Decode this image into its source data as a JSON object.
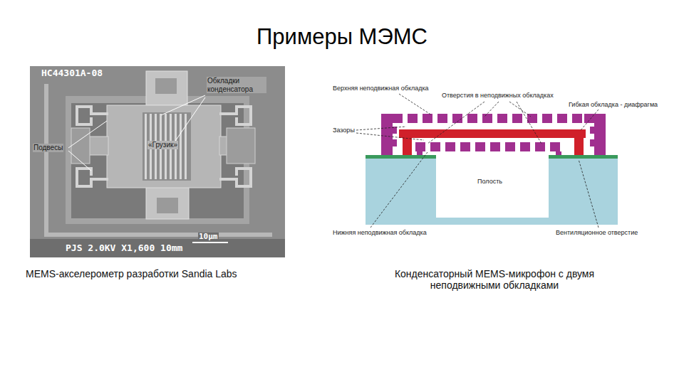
{
  "diagram": {
    "title": "Примеры МЭМС",
    "labels": [
      "HC44301A-08",
      "Обкладки конденсатора",
      "Подвесы",
      "«Грузик»",
      "10μm",
      "PJS 2.0KV X1,600 10mm",
      "MEMS-акселерометр разработки Sandia Labs",
      "Верхняя неподвижная обкладка",
      "Отверстия в неподвижных обкладках",
      "Гибкая обкладка - диафрагма",
      "Зазоры",
      "Полость",
      "Нижняя неподвижная обкладка",
      "Вентиляционное отверстие",
      "Конденсаторный MEMS-микрофон с двумя неподвижными обкладками"
    ]
  }
}
